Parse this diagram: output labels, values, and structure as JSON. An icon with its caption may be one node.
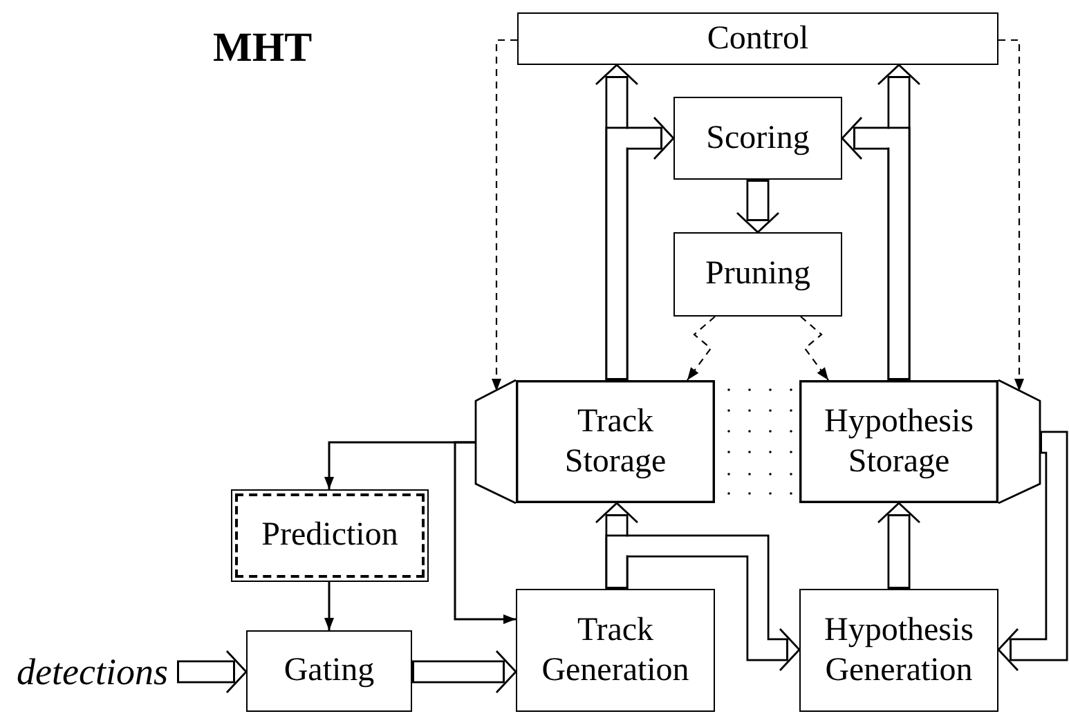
{
  "diagram": {
    "title": "MHT",
    "nodes": [
      {
        "text": [
          "Control"
        ]
      },
      {
        "text": [
          "Scoring"
        ]
      },
      {
        "text": [
          "Pruning"
        ]
      },
      {
        "text": [
          "Track Storage"
        ]
      },
      {
        "text": [
          "Hypothesis Storage"
        ]
      },
      {
        "text": [
          "Prediction"
        ]
      },
      {
        "text": [
          "Gating"
        ]
      },
      {
        "text": [
          "Track Generation"
        ]
      },
      {
        "text": [
          "Hypothesis Generation"
        ]
      },
      {
        "text": [
          "detections"
        ]
      }
    ],
    "edges": [
      {
        "from": 3,
        "to": 0,
        "arrow": "to"
      },
      {
        "from": 3,
        "to": 1,
        "arrow": "to"
      },
      {
        "from": 4,
        "to": 0,
        "arrow": "to"
      },
      {
        "from": 4,
        "to": 1,
        "arrow": "to"
      },
      {
        "from": 1,
        "to": 2,
        "arrow": "to"
      },
      {
        "from": 2,
        "to": 3,
        "arrow": "to",
        "style": "dashed"
      },
      {
        "from": 2,
        "to": 4,
        "arrow": "to",
        "style": "dashed"
      },
      {
        "from": 0,
        "to": 3,
        "arrow": "to",
        "style": "dashed"
      },
      {
        "from": 0,
        "to": 4,
        "arrow": "to",
        "style": "dashed"
      },
      {
        "from": 3,
        "to": 5,
        "arrow": "to"
      },
      {
        "from": 3,
        "to": 7,
        "arrow": "to"
      },
      {
        "from": 5,
        "to": 6,
        "arrow": "to"
      },
      {
        "from": 9,
        "to": 6,
        "arrow": "to"
      },
      {
        "from": 6,
        "to": 7,
        "arrow": "to"
      },
      {
        "from": 7,
        "to": 3,
        "arrow": "to"
      },
      {
        "from": 7,
        "to": 8,
        "arrow": "to"
      },
      {
        "from": 8,
        "to": 4,
        "arrow": "to"
      },
      {
        "from": 4,
        "to": 8,
        "arrow": "to"
      }
    ]
  }
}
